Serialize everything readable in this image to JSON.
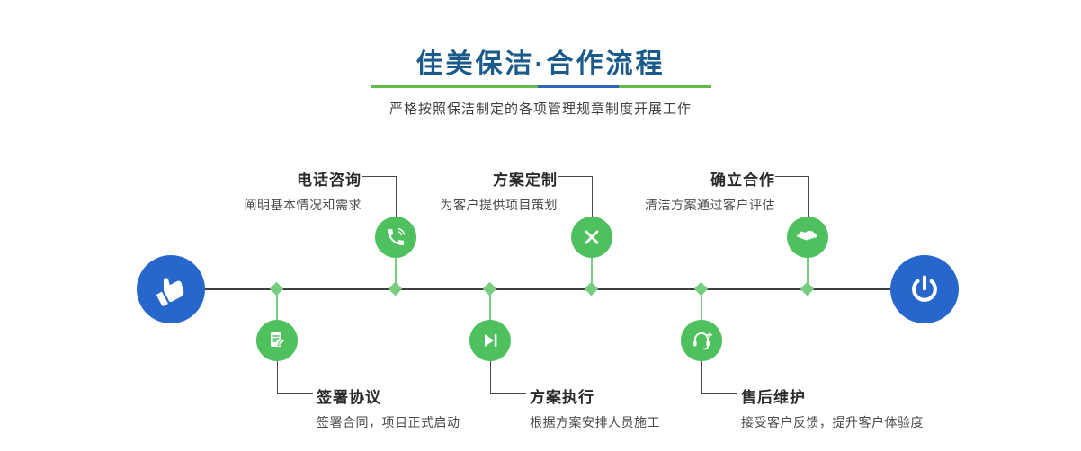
{
  "header": {
    "title": "佳美保洁·合作流程",
    "subtitle": "严格按照保洁制定的各项管理规章制度开展工作"
  },
  "colors": {
    "title_blue": "#1b5b8b",
    "divider_green": "#62b94e",
    "divider_blue": "#2b66b9",
    "endpoint_blue": "#2767cb",
    "node_green": "#4ec05e",
    "diamond_green": "#76cd80",
    "line_dark": "#3f3f3f"
  },
  "timeline": {
    "start_icon": "hand-pointer-icon",
    "end_icon": "power-icon",
    "steps_top": [
      {
        "title": "电话咨询",
        "desc": "阐明基本情况和需求",
        "icon": "phone-icon"
      },
      {
        "title": "方案定制",
        "desc": "为客户提供项目策划",
        "icon": "design-icon"
      },
      {
        "title": "确立合作",
        "desc": "清洁方案通过客户评估",
        "icon": "handshake-icon"
      }
    ],
    "steps_bottom": [
      {
        "title": "签署协议",
        "desc": "签署合同，项目正式启动",
        "icon": "contract-icon"
      },
      {
        "title": "方案执行",
        "desc": "根据方案安排人员施工",
        "icon": "execute-icon"
      },
      {
        "title": "售后维护",
        "desc": "接受客户反馈，提升客户体验度",
        "icon": "service-icon"
      }
    ]
  }
}
